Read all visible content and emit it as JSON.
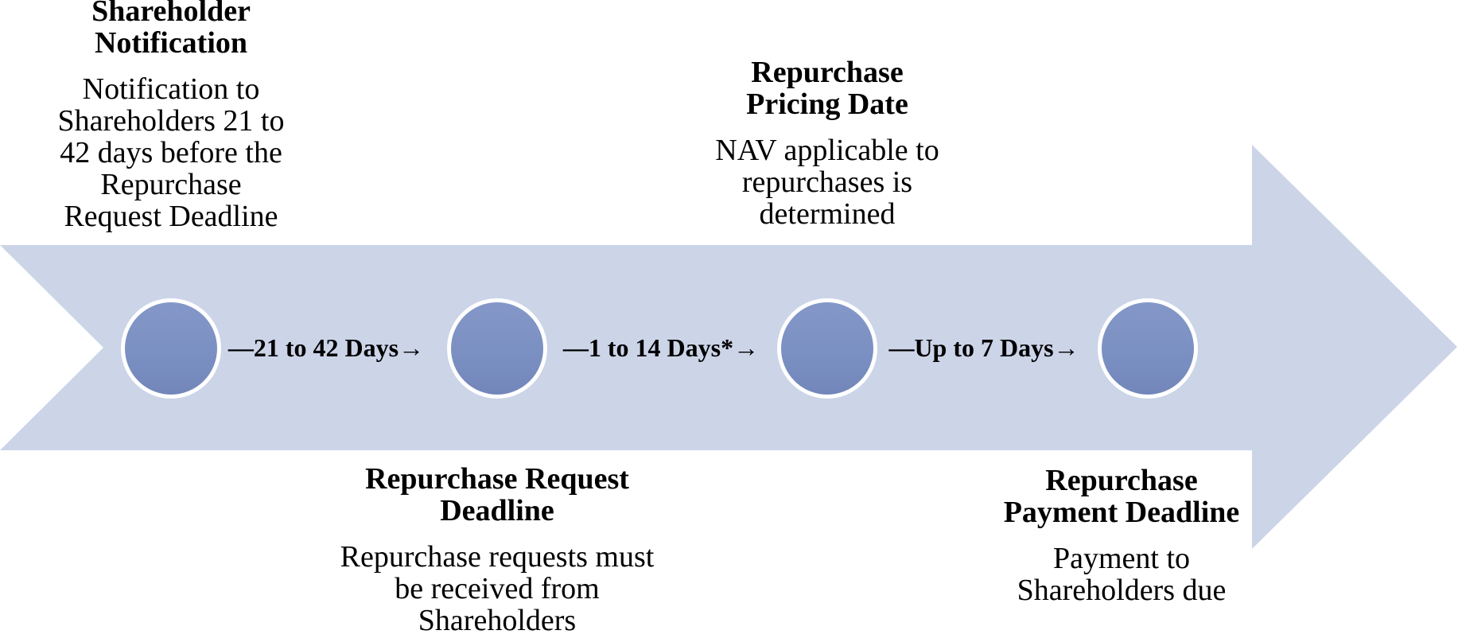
{
  "diagram": {
    "type": "timeline-process-arrow",
    "colors": {
      "arrow_band": "#ccd4e8",
      "circle_fill": "#7b90c2",
      "circle_ring": "#ffffff",
      "text": "#000000"
    },
    "milestones": [
      {
        "id": "shareholder-notification",
        "position": "above-arrow",
        "title_lines": [
          "Shareholder",
          "Notification"
        ],
        "body_lines": [
          "Notification to",
          "Shareholders 21 to",
          "42 days before the",
          "Repurchase",
          "Request Deadline"
        ]
      },
      {
        "id": "repurchase-request-deadline",
        "position": "below-arrow",
        "title_lines": [
          "Repurchase Request",
          "Deadline"
        ],
        "body_lines": [
          "Repurchase requests must",
          "be received from",
          "Shareholders"
        ]
      },
      {
        "id": "repurchase-pricing-date",
        "position": "above-arrow",
        "title_lines": [
          "Repurchase",
          "Pricing Date"
        ],
        "body_lines": [
          "NAV applicable to",
          "repurchases is",
          "determined"
        ]
      },
      {
        "id": "repurchase-payment-deadline",
        "position": "below-arrow",
        "title_lines": [
          "Repurchase",
          "Payment Deadline"
        ],
        "body_lines": [
          "Payment to",
          "Shareholders due"
        ]
      }
    ],
    "intervals": [
      "—21 to 42 Days→",
      "—1 to 14 Days*→",
      "—Up to 7 Days→"
    ]
  }
}
